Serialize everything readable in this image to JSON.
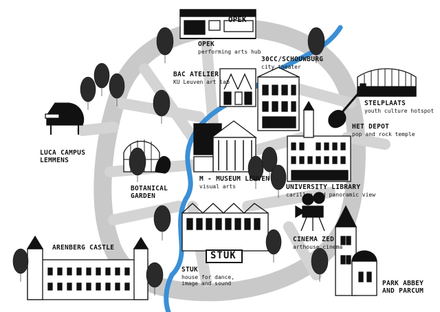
{
  "colors": {
    "ring": "#c9c9c9",
    "river": "#3a8fd6",
    "ink": "#111111",
    "tree": "#2a2a2a"
  },
  "places": [
    {
      "id": "opek",
      "title": "OPEK",
      "subtitle": "performing arts hub",
      "icon": "opek-building-icon"
    },
    {
      "id": "bac",
      "title": "BAC ATELIER",
      "subtitle": "KU Leuven art lab",
      "icon": "bac-atelier-building-icon"
    },
    {
      "id": "schouwburg",
      "title": "30CC/SCHOUWBURG",
      "subtitle": "city theater",
      "icon": "theater-building-icon"
    },
    {
      "id": "stelplaats",
      "title": "STELPLAATS",
      "subtitle": "youth culture hotspot",
      "icon": "hangar-building-icon"
    },
    {
      "id": "depot",
      "title": "HET DEPOT",
      "subtitle": "pop and rock temple",
      "icon": "electric-guitar-icon"
    },
    {
      "id": "luca",
      "title": "LUCA CAMPUS LEMMENS",
      "subtitle": "",
      "icon": "grand-piano-icon"
    },
    {
      "id": "museum",
      "title": "M - MUSEUM LEUVEN",
      "subtitle": "visual arts",
      "icon": "museum-building-icon"
    },
    {
      "id": "library",
      "title": "UNIVERSITY LIBRARY",
      "subtitle": "carillon and panoramic view",
      "icon": "library-tower-icon"
    },
    {
      "id": "botanical",
      "title": "BOTANICAL GARDEN",
      "subtitle": "",
      "icon": "greenhouse-icon"
    },
    {
      "id": "zed",
      "title": "CINEMA ZED",
      "subtitle": "arthouse cinema",
      "icon": "film-camera-icon"
    },
    {
      "id": "arenberg",
      "title": "ARENBERG CASTLE",
      "subtitle": "",
      "icon": "castle-icon"
    },
    {
      "id": "stuk",
      "title": "STUK",
      "subtitle": "house for dance, image and sound",
      "icon": "stuk-building-icon"
    },
    {
      "id": "park",
      "title": "PARK ABBEY AND PARCUM",
      "subtitle": "",
      "icon": "abbey-tower-icon"
    }
  ],
  "signs": {
    "opek": "OPEK",
    "stuk": "STUK"
  }
}
